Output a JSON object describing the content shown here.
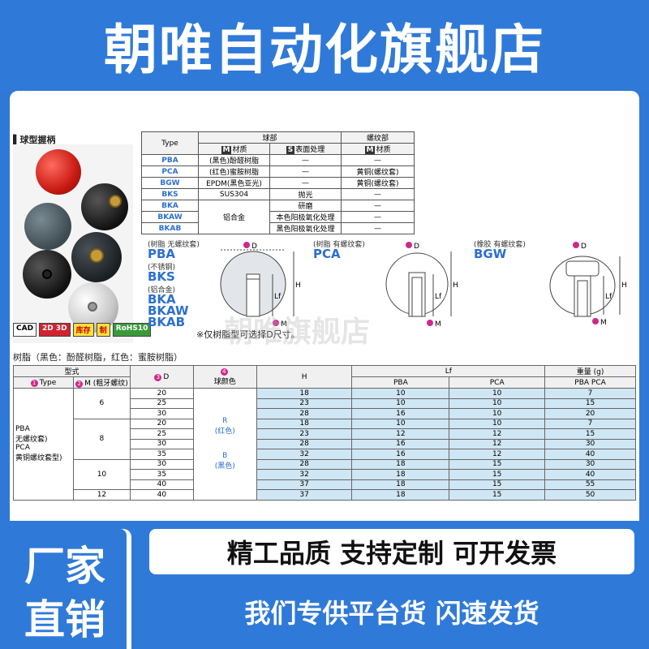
{
  "header": {
    "title": "朝唯自动化旗舰店"
  },
  "catalog": {
    "section_title": "▌球型握柄",
    "tags": {
      "cad": "CAD",
      "d23": "2D 3D",
      "stock": "库存",
      "made": "制",
      "rohs": "RoHS10"
    },
    "spec_table": {
      "headers": {
        "type": "Type",
        "ball": "球部",
        "thread": "螺纹部",
        "material": "材质",
        "surface": "表面处理",
        "thread_material": "材质"
      },
      "header_marks": {
        "m": "M",
        "s": "S"
      },
      "rows": [
        {
          "type": "PBA",
          "material": "(黑色)酚醛树脂",
          "surface": "—",
          "thread": "—"
        },
        {
          "type": "PCA",
          "material": "(红色)蜜胺树脂",
          "surface": "—",
          "thread": "黄铜(螺纹套)"
        },
        {
          "type": "BGW",
          "material": "EPDM(黑色亚光)",
          "surface": "—",
          "thread": "黄铜(螺纹套)"
        },
        {
          "type": "BKS",
          "material": "SUS304",
          "surface": "抛光",
          "thread": "—"
        },
        {
          "type": "BKA",
          "material": "铝合金",
          "surface": "研磨",
          "thread": "—"
        },
        {
          "type": "BKAW",
          "material": "",
          "surface": "本色阳极氧化处理",
          "thread": "—"
        },
        {
          "type": "BKAB",
          "material": "",
          "surface": "黑色阳极氧化处理",
          "thread": "—"
        }
      ]
    },
    "diagram1": {
      "caption": "(树脂 无螺纹套)",
      "types": [
        "PBA"
      ],
      "sub1": "(不锈钢)",
      "types2": [
        "BKS"
      ],
      "sub2": "(铝合金)",
      "types3": [
        "BKA",
        "BKAW",
        "BKAB"
      ],
      "d_label": "D",
      "m_label": "M",
      "lf": "Lf",
      "h": "H"
    },
    "diagram2": {
      "caption": "(树脂 有螺纹套)",
      "types": [
        "PCA"
      ],
      "d_label": "D",
      "m_label": "M",
      "lf": "Lf",
      "h": "H"
    },
    "diagram3": {
      "caption": "(橡胶 有螺纹套)",
      "types": [
        "BGW"
      ],
      "d_label": "D",
      "m_label": "M",
      "lf": "Lf",
      "h": "H"
    },
    "note": "※仅树脂型可选择D尺寸。",
    "watermark": "朝唯旗舰店",
    "resin_title": "树脂（黑色：酚醛树脂，红色：蜜胺树脂）",
    "dims_table": {
      "headers": {
        "model": "型式",
        "type": "Type",
        "m": "M (粗牙螺纹)",
        "d": "D",
        "color": "球颜色",
        "h": "H",
        "lf": "Lf",
        "lf_pba": "PBA",
        "lf_pca": "PCA",
        "weight": "重量 (g)",
        "weight_sub": "PBA PCA"
      },
      "header_nums": {
        "type": "1",
        "m": "2",
        "d": "3",
        "color": "4"
      },
      "type_label": "PBA\n无螺纹套)\nPCA\n黄铜螺纹套型)",
      "color_r": "R\n(红色)",
      "color_b": "B\n(黑色)",
      "groups": [
        {
          "m": "6",
          "rows": [
            {
              "d": "20",
              "h": "18",
              "pba": "10",
              "pca": "10",
              "w": "7"
            },
            {
              "d": "25",
              "h": "23",
              "pba": "10",
              "pca": "10",
              "w": "15"
            },
            {
              "d": "30",
              "h": "28",
              "pba": "16",
              "pca": "10",
              "w": "20"
            }
          ]
        },
        {
          "m": "8",
          "rows": [
            {
              "d": "20",
              "h": "18",
              "pba": "10",
              "pca": "10",
              "w": "7"
            },
            {
              "d": "25",
              "h": "23",
              "pba": "12",
              "pca": "12",
              "w": "15"
            },
            {
              "d": "30",
              "h": "28",
              "pba": "16",
              "pca": "12",
              "w": "30"
            },
            {
              "d": "35",
              "h": "32",
              "pba": "16",
              "pca": "12",
              "w": "40"
            }
          ]
        },
        {
          "m": "10",
          "rows": [
            {
              "d": "30",
              "h": "28",
              "pba": "18",
              "pca": "15",
              "w": "30"
            },
            {
              "d": "35",
              "h": "32",
              "pba": "18",
              "pca": "15",
              "w": "40"
            },
            {
              "d": "40",
              "h": "37",
              "pba": "18",
              "pca": "15",
              "w": "55"
            }
          ]
        },
        {
          "m": "12",
          "rows": [
            {
              "d": "40",
              "h": "37",
              "pba": "18",
              "pca": "15",
              "w": "50"
            }
          ]
        }
      ]
    }
  },
  "footer": {
    "badge_line1": "厂家",
    "badge_line2": "直销",
    "slogan1": "精工品质 支持定制 可开发票",
    "slogan2": "我们专供平台货 闪速发货"
  },
  "colors": {
    "brand_blue": "#2f7ad8",
    "type_blue": "#2b6fd0",
    "table_blue": "#cfe6f4"
  }
}
